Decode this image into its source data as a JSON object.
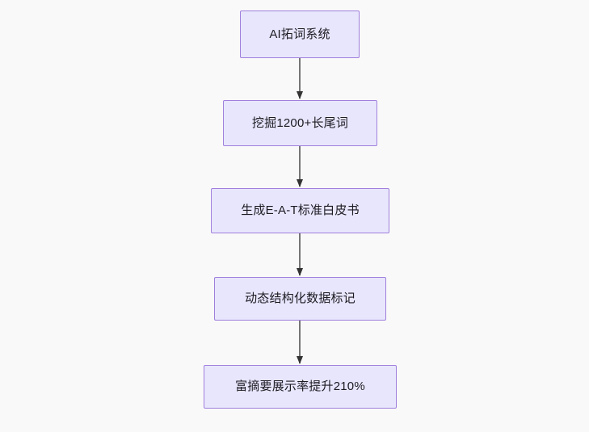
{
  "diagram": {
    "type": "flowchart",
    "direction": "top-to-bottom",
    "background_color": "#faf9fa",
    "node_fill_color": "#e8e6fc",
    "node_border_color": "#9f7fdc",
    "node_text_color": "#1c1b22",
    "edge_color": "#767676",
    "nodes": [
      {
        "id": "n1",
        "label": "AI拓词系统"
      },
      {
        "id": "n2",
        "label": "挖掘1200+长尾词"
      },
      {
        "id": "n3",
        "label": "生成E-A-T标准白皮书"
      },
      {
        "id": "n4",
        "label": "动态结构化数据标记"
      },
      {
        "id": "n5",
        "label": "富摘要展示率提升210%"
      }
    ],
    "edges": [
      {
        "from": "n1",
        "to": "n2",
        "label": ""
      },
      {
        "from": "n2",
        "to": "n3",
        "label": ""
      },
      {
        "from": "n3",
        "to": "n4",
        "label": ""
      },
      {
        "from": "n4",
        "to": "n5",
        "label": ""
      }
    ]
  }
}
